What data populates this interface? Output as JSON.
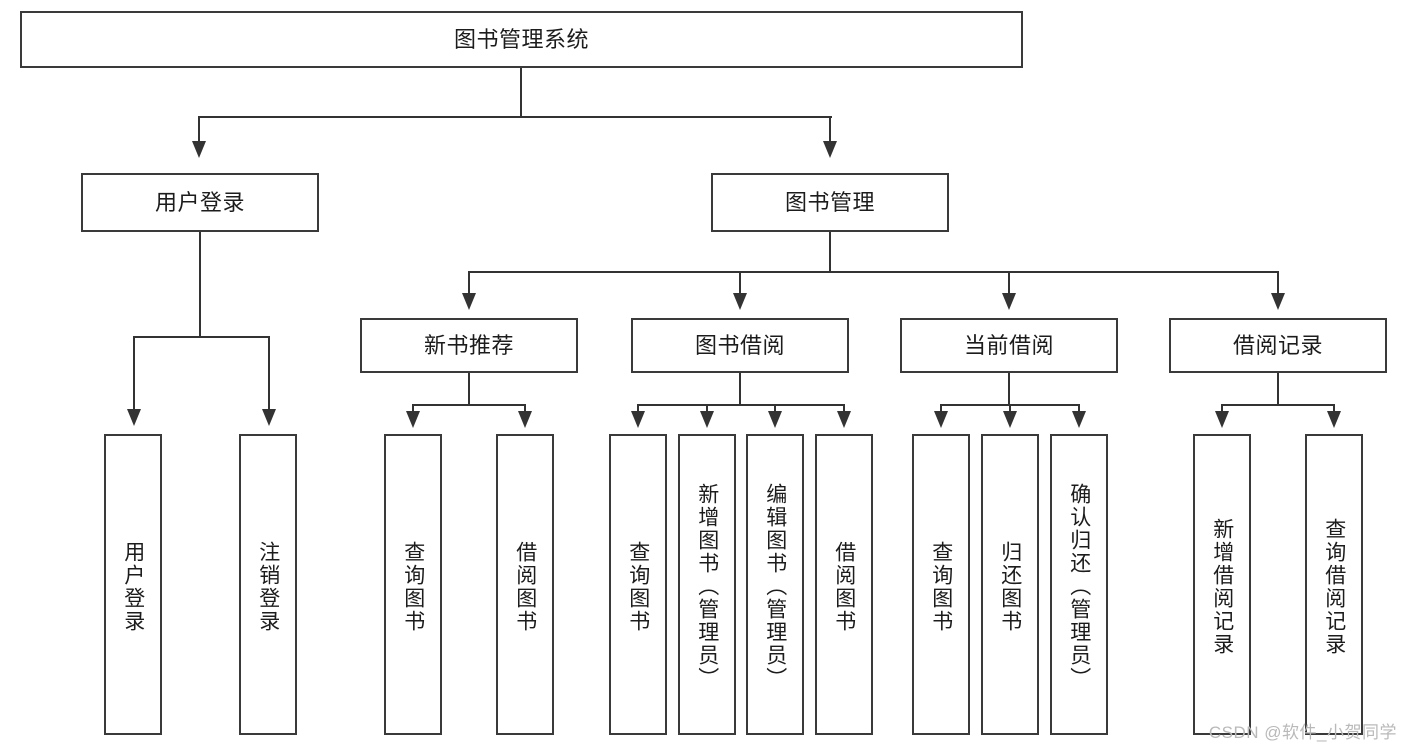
{
  "diagram": {
    "type": "tree-hierarchy",
    "title": "图书管理系统",
    "background": "#ffffff",
    "stroke_color": "#333333",
    "text_color": "#1c1c1c"
  },
  "root": {
    "label": "图书管理系统"
  },
  "level2": [
    {
      "id": "user-login",
      "label": "用户登录"
    },
    {
      "id": "book-manage",
      "label": "图书管理"
    }
  ],
  "level3": [
    {
      "id": "new-book-recommend",
      "label": "新书推荐"
    },
    {
      "id": "book-borrow",
      "label": "图书借阅"
    },
    {
      "id": "current-borrow",
      "label": "当前借阅"
    },
    {
      "id": "borrow-record",
      "label": "借阅记录"
    }
  ],
  "leaves": {
    "user_login": [
      {
        "id": "leaf-user-login",
        "label": "用户登录"
      },
      {
        "id": "leaf-logout-login",
        "label": "注销登录"
      }
    ],
    "new_book_recommend": [
      {
        "id": "leaf-query-book-1",
        "label": "查询图书"
      },
      {
        "id": "leaf-borrow-book-1",
        "label": "借阅图书"
      }
    ],
    "book_borrow": [
      {
        "id": "leaf-query-book-2",
        "label": "查询图书"
      },
      {
        "id": "leaf-add-book",
        "label": "新增图书（管理员）"
      },
      {
        "id": "leaf-edit-book",
        "label": "编辑图书（管理员）"
      },
      {
        "id": "leaf-borrow-book-2",
        "label": "借阅图书"
      }
    ],
    "current_borrow": [
      {
        "id": "leaf-query-book-3",
        "label": "查询图书"
      },
      {
        "id": "leaf-return-book",
        "label": "归还图书"
      },
      {
        "id": "leaf-confirm-return",
        "label": "确认归还（管理员）"
      }
    ],
    "borrow_record": [
      {
        "id": "leaf-add-record",
        "label": "新增借阅记录"
      },
      {
        "id": "leaf-query-record",
        "label": "查询借阅记录"
      }
    ]
  },
  "watermark": {
    "text": "CSDN @软件_小贺同学"
  }
}
